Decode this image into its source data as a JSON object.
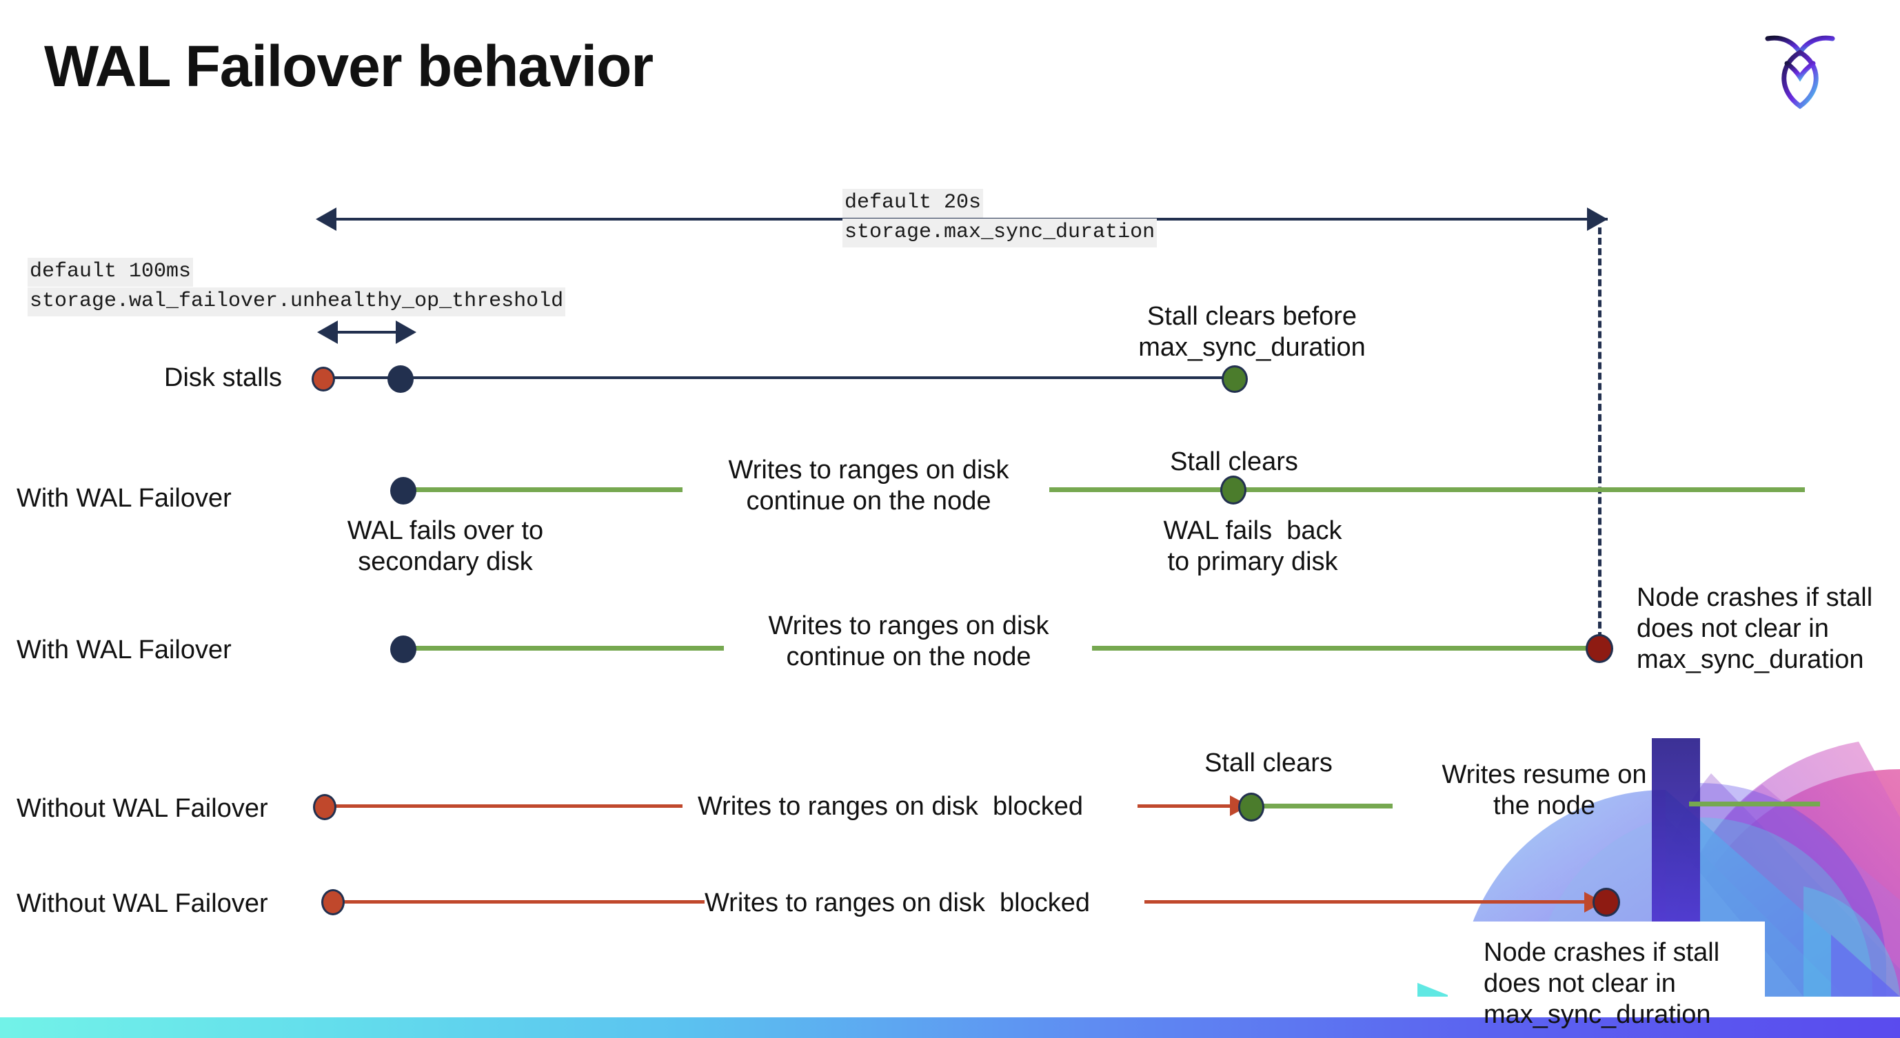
{
  "slide": {
    "title": "WAL Failover behavior",
    "logo_name": "cockroachdb-logo"
  },
  "settings": {
    "max_sync": {
      "default": "default 20s",
      "name": "storage.max_sync_duration"
    },
    "unhealthy": {
      "default": "default 100ms",
      "name": "storage.wal_failover.unhealthy_op_threshold"
    }
  },
  "rows": [
    {
      "label": "Disk stalls",
      "annotations": [
        "Stall clears before\nmax_sync_duration"
      ]
    },
    {
      "label": "With WAL Failover",
      "annotations": [
        "Writes to ranges on disk\ncontinue on the node",
        "Stall clears",
        "WAL fails over to\nsecondary disk",
        "WAL fails  back\nto primary disk"
      ]
    },
    {
      "label": "With WAL Failover",
      "annotations": [
        "Writes to ranges on disk\ncontinue on the node",
        "Node crashes if stall\ndoes not clear in\nmax_sync_duration"
      ]
    },
    {
      "label": "Without WAL Failover",
      "annotations": [
        "Writes to ranges on disk  blocked",
        "Stall clears",
        "Writes resume on\nthe node"
      ]
    },
    {
      "label": "Without WAL Failover",
      "annotations": [
        "Writes to ranges on disk  blocked",
        "Node crashes if stall\ndoes not clear in\nmax_sync_duration"
      ]
    }
  ],
  "text": {
    "disk_stalls": "Disk stalls",
    "with_wal_1": "With WAL Failover",
    "with_wal_2": "With WAL Failover",
    "without_wal_1": "Without WAL Failover",
    "without_wal_2": "Without WAL Failover",
    "stall_clears_before": "Stall clears before\nmax_sync_duration",
    "writes_continue_1": "Writes to ranges on disk\ncontinue on the node",
    "writes_continue_2": "Writes to ranges on disk\ncontinue on the node",
    "stall_clears_r2": "Stall clears",
    "stall_clears_r4": "Stall clears",
    "wal_fails_over": "WAL fails over to\nsecondary disk",
    "wal_fails_back": "WAL fails  back\nto primary disk",
    "node_crashes_r3": "Node crashes if stall\ndoes not clear in\nmax_sync_duration",
    "node_crashes_r5": "Node crashes if stall\ndoes not clear in\nmax_sync_duration",
    "writes_blocked_1": "Writes to ranges on disk  blocked",
    "writes_blocked_2": "Writes to ranges on disk  blocked",
    "writes_resume": "Writes resume on\nthe node"
  },
  "colors": {
    "navy": "#22304f",
    "green_line": "#76A850",
    "green_dot": "#4B7C2C",
    "orange": "#C0482C",
    "dark_red": "#8E1B12",
    "code_bg": "#efefef"
  }
}
